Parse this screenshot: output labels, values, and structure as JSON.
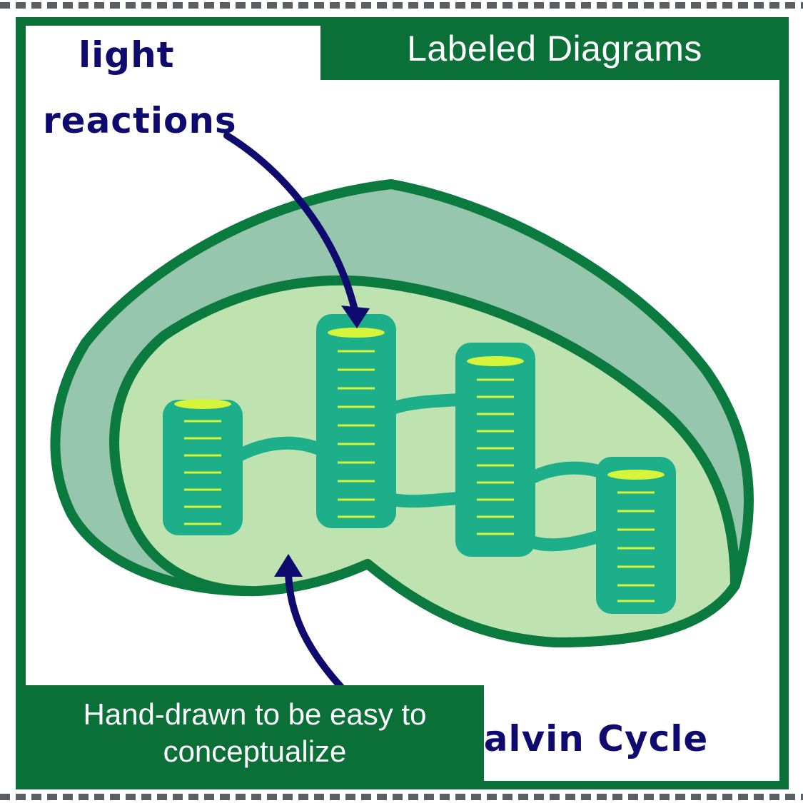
{
  "header": {
    "title": "Labeled Diagrams"
  },
  "caption": {
    "text": "Hand-drawn to be easy to conceptualize"
  },
  "labels": {
    "light_line1": "light",
    "light_line2": "reactions",
    "calvin": "Calvin Cycle"
  },
  "colors": {
    "brand_green": "#0a7038",
    "membrane_green": "#0b7a3e",
    "intermembrane": "#96c6ad",
    "stroma": "#bfe2b1",
    "granum": "#1caf8a",
    "thylakoid_highlight": "#d6f53a",
    "arrow": "#0f0a6e",
    "dash": "#5a5f63"
  },
  "icons": {
    "arrow": "arrow-icon",
    "granum": "granum-stack-icon"
  }
}
